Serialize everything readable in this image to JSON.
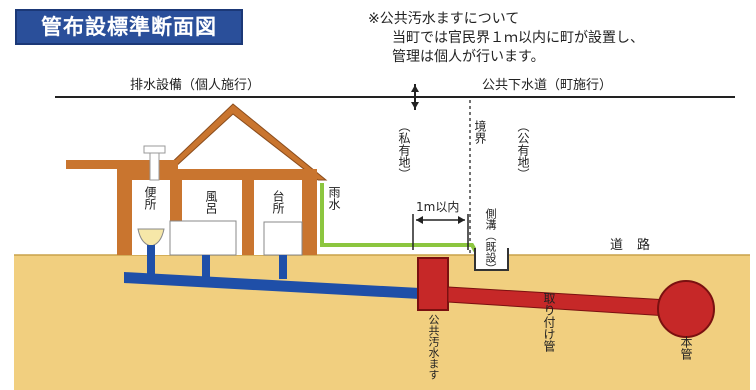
{
  "title": "管布設標準断面図",
  "note": {
    "line1": "※公共汚水ますについて",
    "line2": "当町では官民界１ｍ以内に町が設置し、",
    "line3": "管理は個人が行います。"
  },
  "sections": {
    "private": "排水設備（個人施行）",
    "public": "公共下水道（町施行）"
  },
  "labels": {
    "private_land": "（私有地）",
    "boundary": "境界",
    "public_land": "（公有地）",
    "toilet": "便所",
    "bath": "風呂",
    "kitchen": "台所",
    "rain": "雨水",
    "within_1m": "1m以内",
    "gutter": "側溝（既設）",
    "road": "道路",
    "manhole": "公共汚水ます",
    "connection_pipe": "取り付け管",
    "main_pipe": "本管"
  },
  "colors": {
    "title_bg": "#2a4f9a",
    "ground": "#f1cf7f",
    "house": "#c9752f",
    "drain_pipe": "#1f4fa8",
    "rain_pipe": "#8cc63f",
    "manhole": "#c62828",
    "main_pipe": "#c62828"
  }
}
